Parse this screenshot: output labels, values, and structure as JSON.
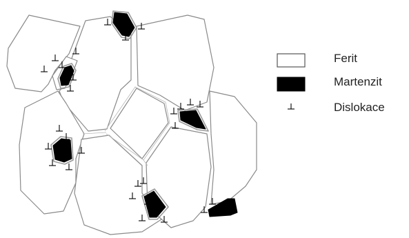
{
  "legend": {
    "ferrite_label": "Ferit",
    "martensite_label": "Martenzit",
    "dislocation_label": "Dislokace"
  },
  "colors": {
    "ferrite_fill": "#ffffff",
    "martensite_fill": "#000000",
    "grain_boundary": "#8a8a8a"
  }
}
